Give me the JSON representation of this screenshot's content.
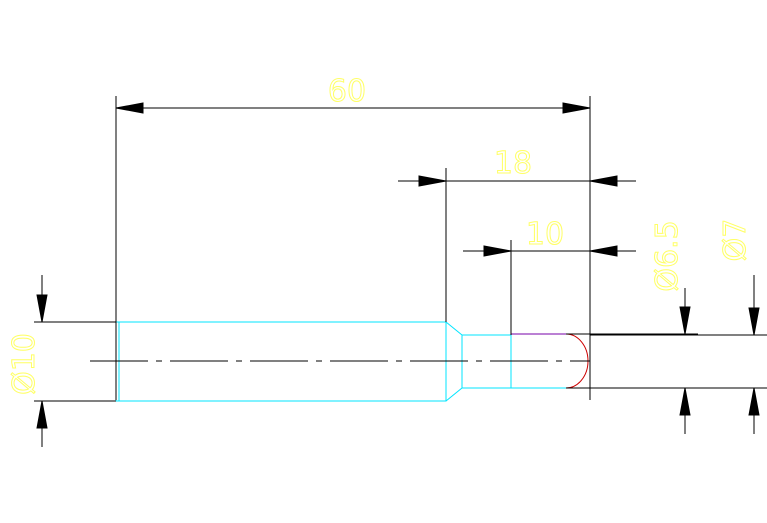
{
  "drawing": {
    "background_color": "#ffffff",
    "dimension_text_color": "#ffff66",
    "dimension_line_color": "#000000",
    "part_outline_color": "#00e5ff",
    "tip_arc_color": "#cc0000",
    "tip_line_color": "#7700aa"
  },
  "dimensions": {
    "overall_length": "60",
    "reduced_section_length": "18",
    "tip_length": "10",
    "major_diameter": "Ø10",
    "tip_diameter": "Ø6.5",
    "neck_diameter": "Ø7"
  }
}
